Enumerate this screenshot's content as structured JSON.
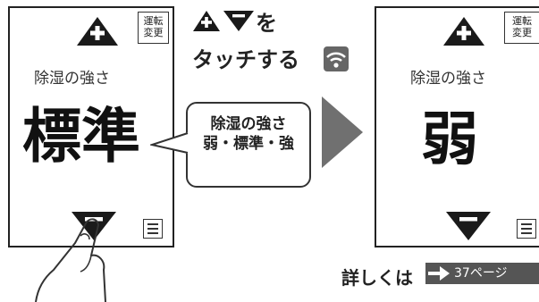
{
  "instruction": {
    "line1_suffix": "を",
    "line2": "タッチする"
  },
  "left_screen": {
    "mode_change_label": "運転\n変更",
    "setting_title": "除湿の強さ",
    "current_value": "標準"
  },
  "bubble": {
    "line1": "除湿の強さ",
    "line2": "弱・標準・強"
  },
  "right_screen": {
    "mode_change_label": "運転\n変更",
    "setting_title": "除湿の強さ",
    "current_value": "弱"
  },
  "reference": {
    "prefix": "詳しくは",
    "link_label": "37ページ"
  },
  "icons": [
    "up-triangle-icon",
    "down-triangle-icon",
    "menu-icon",
    "wifi-icon",
    "arrow-right-icon",
    "finger-icon"
  ],
  "colors": {
    "arrow_gray": "#707070",
    "link_bg": "#555555",
    "border": "#222222"
  }
}
